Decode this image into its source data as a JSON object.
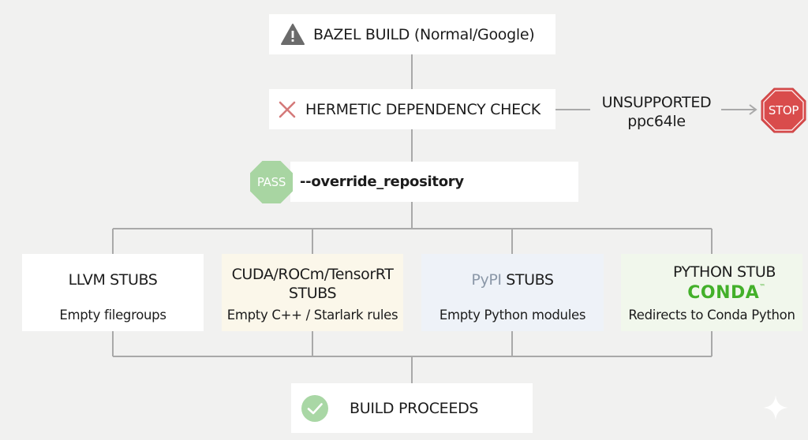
{
  "flow": {
    "bazel_build": "BAZEL BUILD (Normal/Google)",
    "hermetic_check": "HERMETIC DEPENDENCY CHECK",
    "unsupported": {
      "line1": "UNSUPPORTED",
      "line2": "ppc64le"
    },
    "stop_label": "STOP",
    "pass_label": "PASS",
    "override": "--override_repository",
    "proceeds": "BUILD PROCEEDS"
  },
  "stubs": [
    {
      "title": "LLVM STUBS",
      "desc": "Empty filegroups"
    },
    {
      "title_line1": "CUDA/ROCm/TensorRT",
      "title_line2": "STUBS",
      "desc": "Empty C++ / Starlark rules"
    },
    {
      "logo": "PyPI",
      "title": " STUBS",
      "desc": "Empty Python modules"
    },
    {
      "title": "PYTHON STUB",
      "logo": "CONDA",
      "logo_tm": "™",
      "desc": "Redirects to Conda Python"
    }
  ],
  "colors": {
    "connector": "#a9a9a9",
    "pass_green": "#a8d5a2",
    "stop_red": "#d94c4c",
    "x_red": "#d47a7a",
    "warning_gray": "#6b6b6b",
    "check_green": "#a9d7a5",
    "conda_green": "#43b02a"
  },
  "icons": {
    "bazel": "warning-triangle-icon",
    "hermetic": "x-mark-icon",
    "pass": "pass-octagon-icon",
    "stop": "stop-octagon-icon",
    "proceeds": "check-circle-icon",
    "corner": "sparkle-icon"
  }
}
